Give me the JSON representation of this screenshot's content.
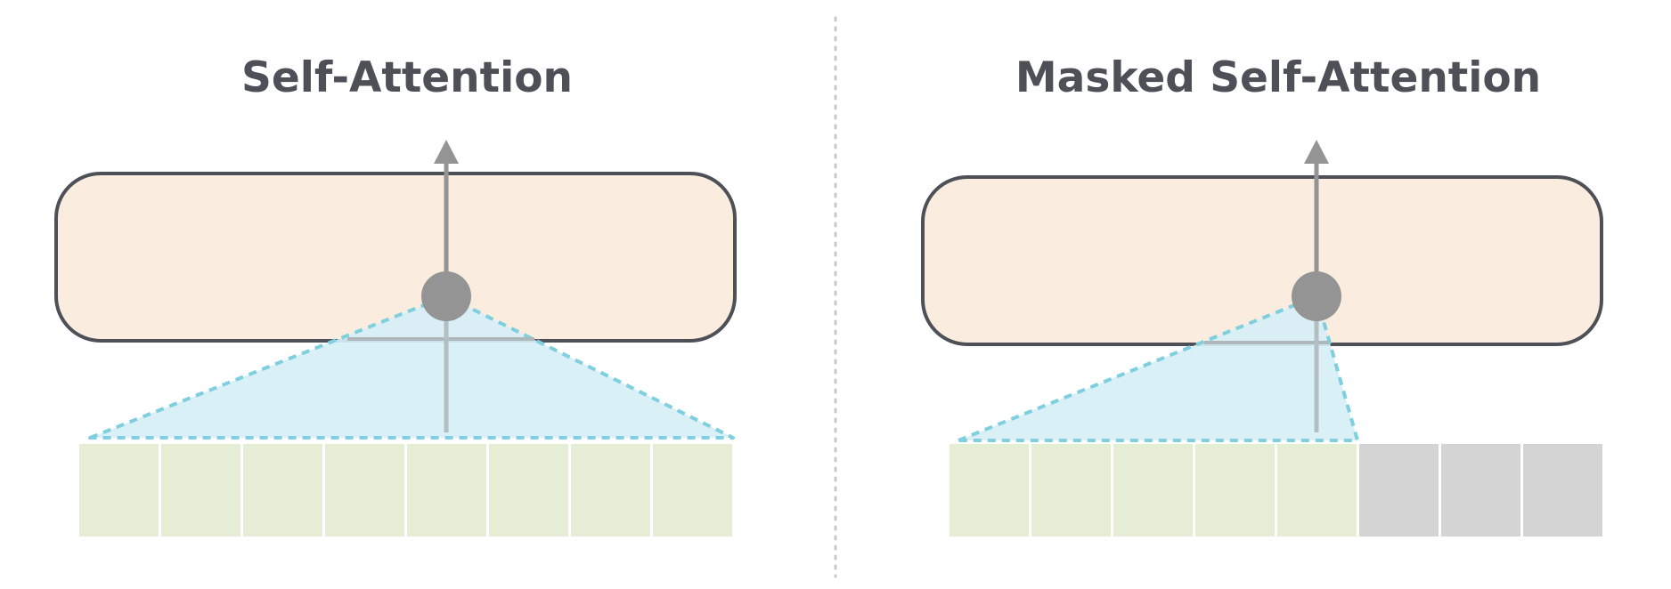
{
  "panels": [
    {
      "title": "Self-Attention",
      "attended_tokens": 8,
      "masked_tokens": 0
    },
    {
      "title": "Masked Self-Attention",
      "attended_tokens": 5,
      "masked_tokens": 3
    }
  ],
  "colors": {
    "title": "#4e5058",
    "block_fill": "#faede0",
    "block_stroke": "#4e5058",
    "arrow": "#949494",
    "attention_fill": "#d7eff6",
    "attention_stroke": "#7fcfde",
    "token_visible": "#e5eed5",
    "token_masked": "#d4d4d4",
    "divider": "#c8c8c8"
  }
}
